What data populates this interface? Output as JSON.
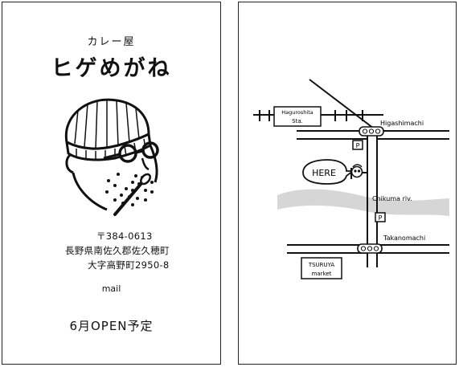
{
  "front": {
    "shop_type": "カレー屋",
    "shop_name": "ヒゲめがね",
    "postal_code": "〒384-0613",
    "address_line1": "長野県南佐久郡佐久穂町",
    "address_line2": "大字高野町2950-8",
    "mail_label": "mail",
    "opening": "6月OPEN予定"
  },
  "map": {
    "station_label_1": "Haguroshita",
    "station_label_2": "Sta.",
    "higashimachi_label": "Higashimachi",
    "parking_label": "P",
    "here_label": "HERE",
    "river_label": "Chikuma riv.",
    "takanomachi_label": "Takanomachi",
    "market_label_1": "TSURUYA",
    "market_label_2": "market"
  }
}
